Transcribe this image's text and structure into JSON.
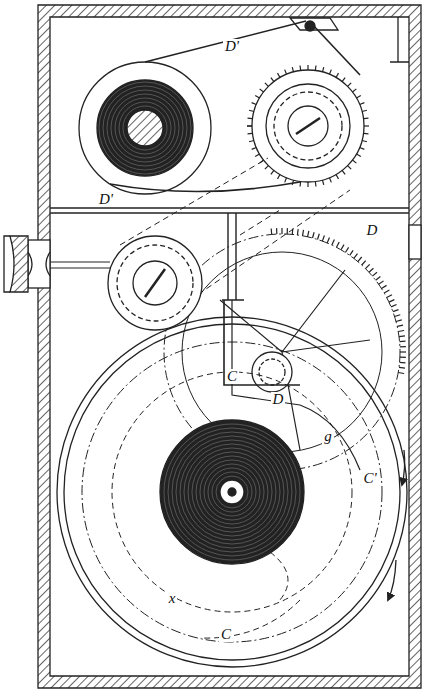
{
  "diagram": {
    "labels": [
      "D'",
      "D'",
      "D",
      "C",
      "D",
      "g",
      "C'",
      "x",
      "C"
    ]
  }
}
